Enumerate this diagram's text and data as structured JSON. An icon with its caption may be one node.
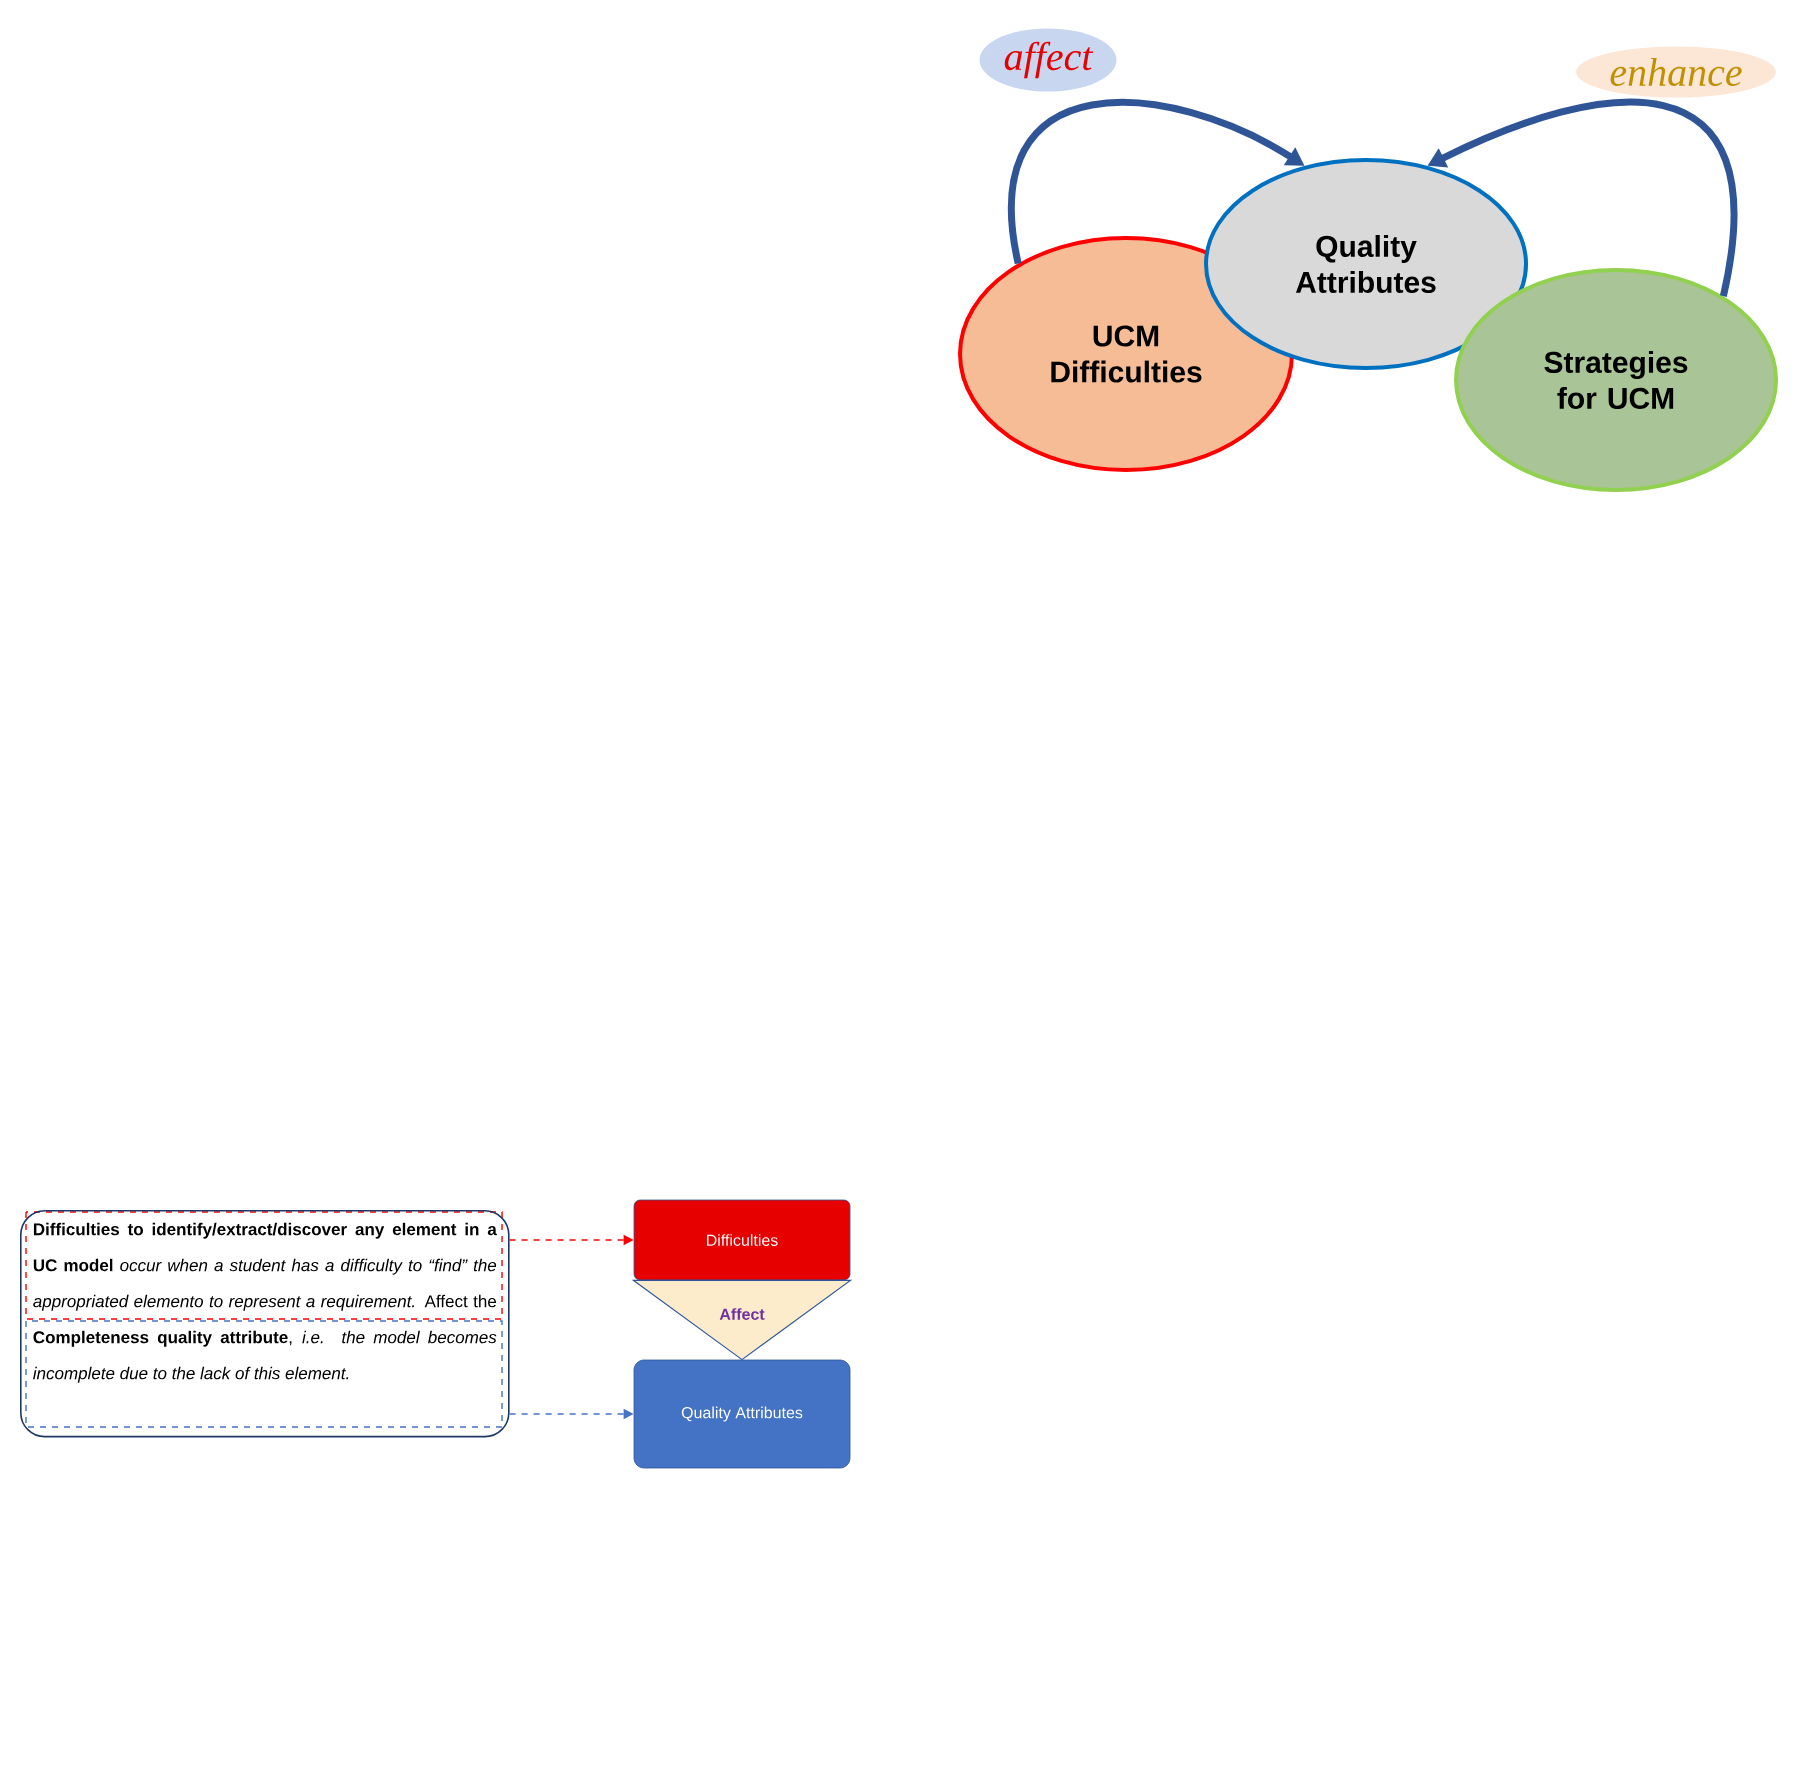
{
  "diagram": {
    "nodes": [
      {
        "text": [
          "UCM Difficulties"
        ]
      },
      {
        "text": [
          "Quality Attributes"
        ]
      },
      {
        "text": [
          "Strategies for UCM"
        ]
      },
      {
        "text": [
          "**Difficulties to identify/extract/discover any element in a UC model** *occur when a student has a difficulty to “find” the appropriated elemento to represent a requirement.* Affect the **Completeness quality attribute**, *i.e. the model becomes incomplete due to the lack of this element.*"
        ]
      },
      {
        "text": [
          "Difficulties"
        ]
      },
      {
        "text": [
          "Quality Attributes"
        ]
      }
    ],
    "edges": [
      {
        "from": 0,
        "to": 1,
        "arrow": "to",
        "label": "affect",
        "style": "thick"
      },
      {
        "from": 2,
        "to": 1,
        "arrow": "to",
        "label": "enhance",
        "style": "thick"
      },
      {
        "from": 3,
        "to": 4,
        "arrow": "to",
        "style": "dashed",
        "color": "#ff0000"
      },
      {
        "from": 3,
        "to": 5,
        "arrow": "to",
        "style": "dashed",
        "color": "#4472c4"
      },
      {
        "from": 4,
        "to": 5,
        "arrow": "to",
        "label": "Affect"
      }
    ]
  }
}
